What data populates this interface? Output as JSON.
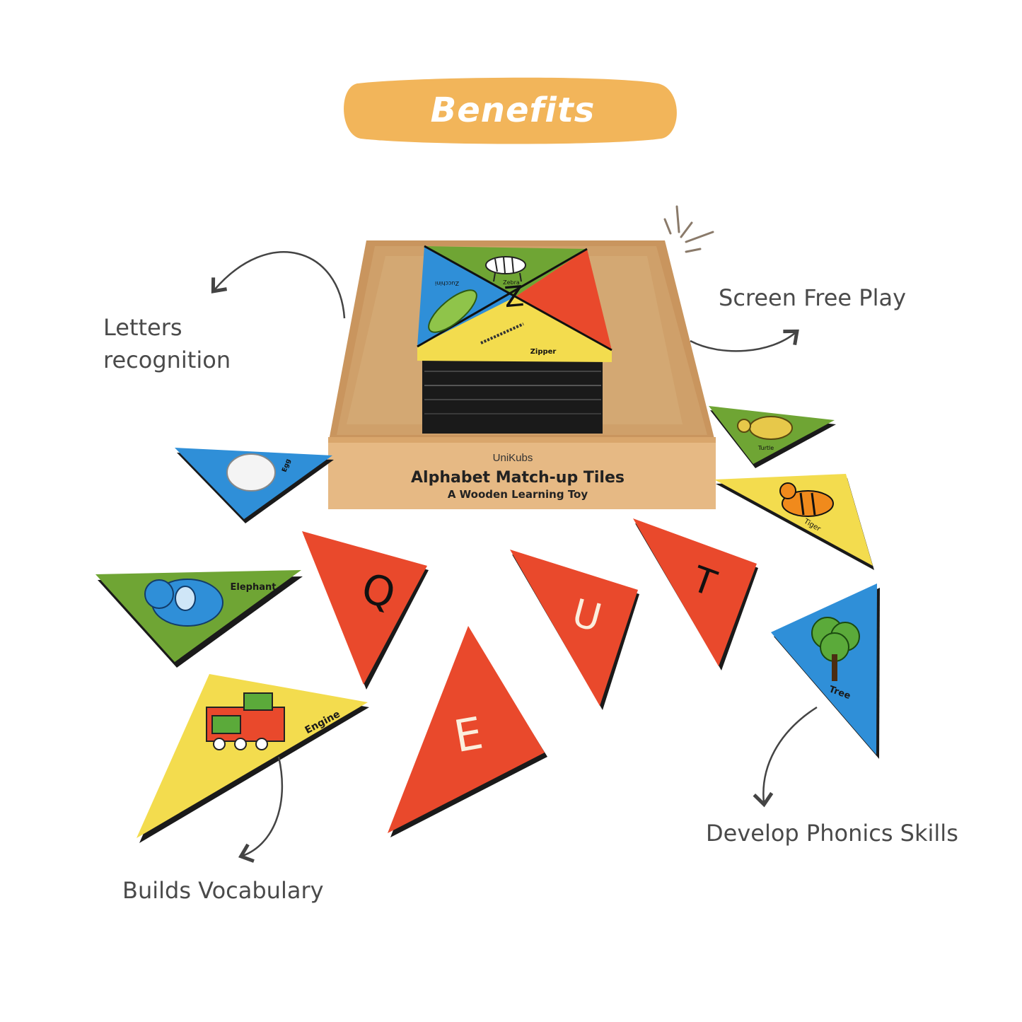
{
  "header": {
    "title": "Benefits"
  },
  "callouts": {
    "letters": "Letters recognition",
    "letters_line1": "Letters",
    "letters_line2": "recognition",
    "screen_free": "Screen Free Play",
    "vocabulary": "Builds Vocabulary",
    "phonics": "Develop Phonics Skills"
  },
  "box": {
    "brand": "UniKubs",
    "title": "Alphabet Match-up Tiles",
    "subtitle": "A Wooden Learning Toy"
  },
  "stack_top": {
    "letter": "Z",
    "words": [
      "Zebra",
      "Zucchini",
      "Zipper"
    ]
  },
  "tiles": {
    "egg": "Egg",
    "turtle": "Turtle",
    "tiger": "Tiger",
    "elephant": "Elephant",
    "engine": "Engine",
    "tree": "Tree",
    "letter_q": "Q",
    "letter_u": "U",
    "letter_t": "T",
    "letter_e": "E"
  },
  "colors": {
    "accent_orange": "#F2B55A",
    "tile_red": "#E9492C",
    "tile_blue": "#2F8FD8",
    "tile_green": "#6FA534",
    "tile_yellow": "#F3DC4E",
    "wood": "#E6B984",
    "text_gray": "#4a4a4a"
  }
}
